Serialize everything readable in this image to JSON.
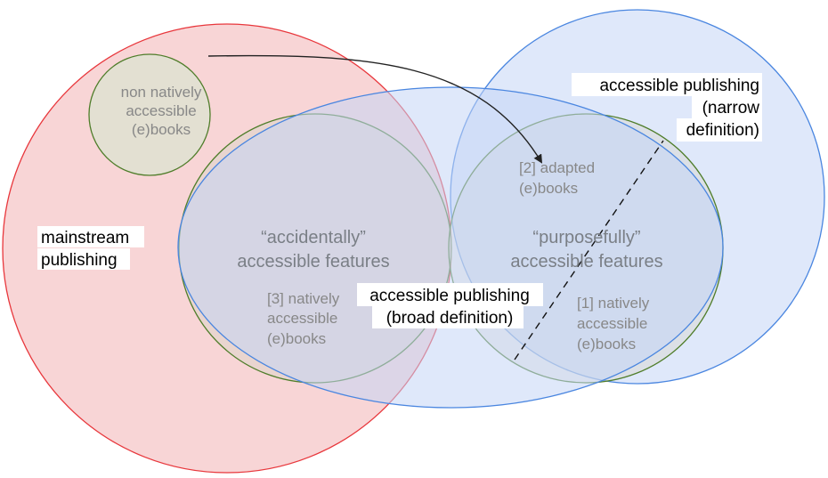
{
  "diagram": {
    "non_native": {
      "line1": "non natively",
      "line2": "accessible",
      "line3": "(e)books"
    },
    "mainstream": {
      "line1": "mainstream",
      "line2": "publishing"
    },
    "accidental": {
      "line1": "“accidentally”",
      "line2": "accessible features"
    },
    "purposeful": {
      "line1": "“purposefully”",
      "line2": "accessible features"
    },
    "natively_3": {
      "line1": "[3] natively",
      "line2": "accessible",
      "line3": "(e)books"
    },
    "adapted_2": {
      "line1": "[2] adapted",
      "line2": "(e)books"
    },
    "natively_1": {
      "line1": "[1] natively",
      "line2": "accessible",
      "line3": "(e)books"
    },
    "broad": {
      "line1": "accessible publishing",
      "line2": "(broad definition)"
    },
    "narrow": {
      "line1": "accessible publishing",
      "line2": "(narrow",
      "line3": "definition)"
    },
    "colors": {
      "mainstream_stroke": "#e8373c",
      "mainstream_fill": "#f7c7c8",
      "blue_stroke": "#4a86e0",
      "blue_fill": "#c5d6f5",
      "green_stroke": "#4f7d2a",
      "tan_fill": "#e3e0d2"
    }
  }
}
